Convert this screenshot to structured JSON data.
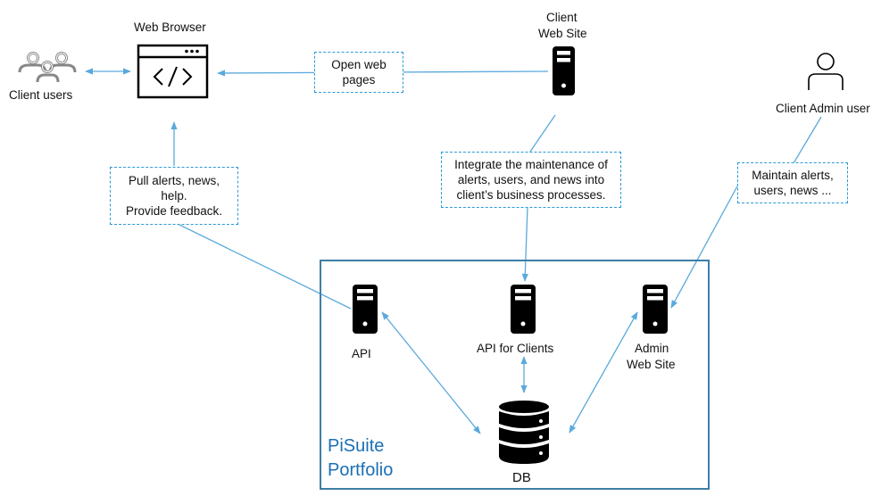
{
  "diagram": {
    "type": "architecture",
    "colors": {
      "connector": "#5aa9dc",
      "note_border": "#2b9ad6",
      "frame_border": "#3e7ea6",
      "frame_title": "#1a6fb5",
      "icon": "#000000"
    },
    "actors": {
      "client_users": {
        "label": "Client users",
        "icon": "users-group-icon"
      },
      "client_admin": {
        "label": "Client Admin user",
        "icon": "user-icon"
      }
    },
    "nodes": {
      "web_browser": {
        "label": "Web Browser",
        "icon": "browser-code-icon"
      },
      "client_web_site": {
        "label": "Client\nWeb Site",
        "line1": "Client",
        "line2": "Web Site",
        "icon": "server-icon"
      },
      "api": {
        "label": "API",
        "icon": "server-icon"
      },
      "api_for_clients": {
        "label": "API for Clients",
        "icon": "server-icon"
      },
      "admin_web_site": {
        "label": "Admin\nWeb Site",
        "line1": "Admin",
        "line2": "Web Site",
        "icon": "server-icon"
      },
      "db": {
        "label": "DB",
        "icon": "database-icon"
      }
    },
    "notes": {
      "open_web_pages": "Open web\npages",
      "pull_alerts": "Pull alerts, news,\nhelp.\nProvide feedback.",
      "integrate": "Integrate the maintenance of\nalerts, users, and news into\nclient’s business processes.",
      "maintain": "Maintain alerts,\nusers, news ..."
    },
    "group": {
      "title": "PiSuite\nPortfolio"
    },
    "edges": [
      {
        "from": "client_users",
        "to": "web_browser",
        "direction": "both"
      },
      {
        "from": "client_web_site",
        "to": "web_browser",
        "direction": "forward",
        "note": "open_web_pages"
      },
      {
        "from": "api",
        "to": "web_browser",
        "direction": "forward",
        "note": "pull_alerts"
      },
      {
        "from": "client_web_site",
        "to": "api_for_clients",
        "direction": "forward",
        "note": "integrate"
      },
      {
        "from": "client_admin",
        "to": "admin_web_site",
        "direction": "forward",
        "note": "maintain"
      },
      {
        "from": "api",
        "to": "db",
        "direction": "both"
      },
      {
        "from": "api_for_clients",
        "to": "db",
        "direction": "both"
      },
      {
        "from": "admin_web_site",
        "to": "db",
        "direction": "both"
      }
    ]
  }
}
